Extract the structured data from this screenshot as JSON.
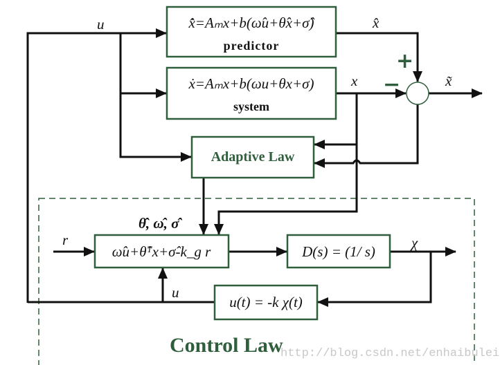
{
  "blocks": {
    "predictor": {
      "equation": "x̂̇=Aₘx+b(ω̂u+θ̂x+σ̂)",
      "label": "predictor"
    },
    "system": {
      "equation": "ẋ=Aₘx+b(ωu+θx+σ)",
      "label": "system"
    },
    "adaptive_law": {
      "label": "Adaptive Law"
    },
    "control_input": {
      "equation": "ω̂u+θ̂ᵀx+σ̂-k_g r"
    },
    "filter": {
      "equation": "D(s) = (1/ s)"
    },
    "feedback": {
      "equation": "u(t) = -k χ(t)"
    }
  },
  "signals": {
    "u_top": "u",
    "x_hat": "x̂",
    "x": "x",
    "x_tilde": "x̃",
    "plus": "+",
    "minus": "−",
    "estimates": "θ̂, ω̂, σ̂",
    "r": "r",
    "chi": "χ",
    "u_bottom": "u"
  },
  "control_law_label": "Control  Law",
  "watermark": "http://blog.csdn.net/enhaibulei",
  "colors": {
    "box_border": "#2f5e3c",
    "line": "#111111"
  }
}
